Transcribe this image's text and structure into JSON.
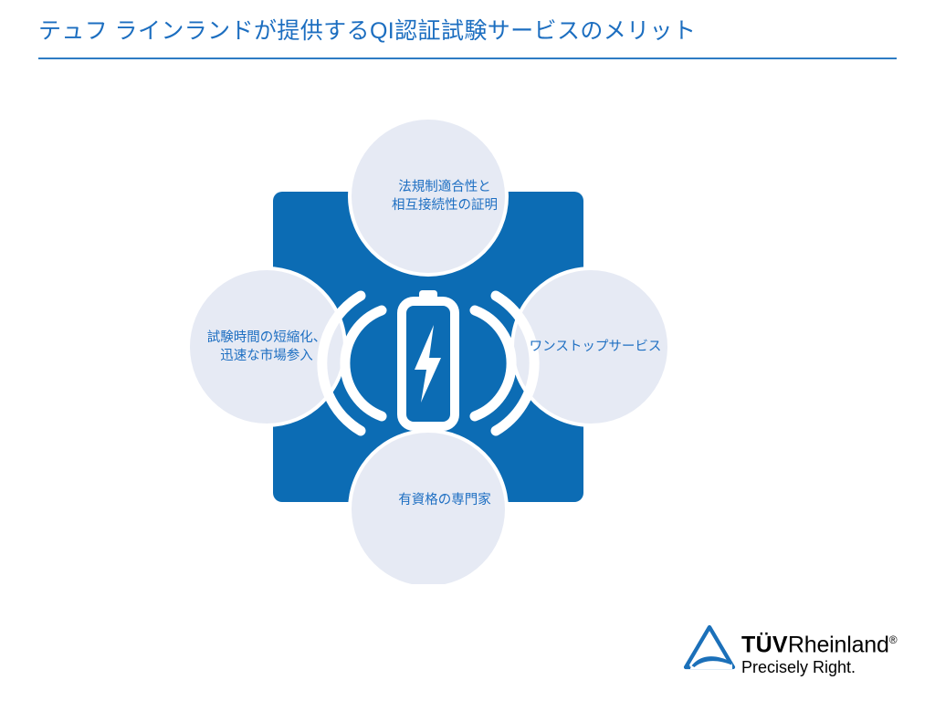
{
  "slide": {
    "title": "テュフ ラインランドが提供するQI認証試験サービスのメリット",
    "accent_color": "#1C6EC0",
    "rule_color": "#2E7CC4",
    "background": "#FFFFFF"
  },
  "diagram": {
    "type": "hub-and-spoke",
    "center": {
      "icon": "wireless-charging-battery-icon",
      "shape": "four-pointed-concave-star",
      "fill_color": "#0C6CB4",
      "icon_color": "#FFFFFF"
    },
    "node_fill_color": "#E6EAF4",
    "node_text_color": "#1E6FC2",
    "nodes": [
      {
        "position": "top",
        "label": "法規制適合性と\n相互接続性の証明"
      },
      {
        "position": "left",
        "label": "試験時間の短縮化、\n迅速な市場参入"
      },
      {
        "position": "right",
        "label": "ワンストップサービス"
      },
      {
        "position": "bottom",
        "label": "有資格の専門家"
      }
    ]
  },
  "logo": {
    "mark": "tuv-rheinland-triangle-icon",
    "mark_color": "#1B70B9",
    "brand_bold": "TÜV",
    "brand_regular": "Rheinland",
    "registered_mark": "®",
    "tagline": "Precisely Right."
  }
}
